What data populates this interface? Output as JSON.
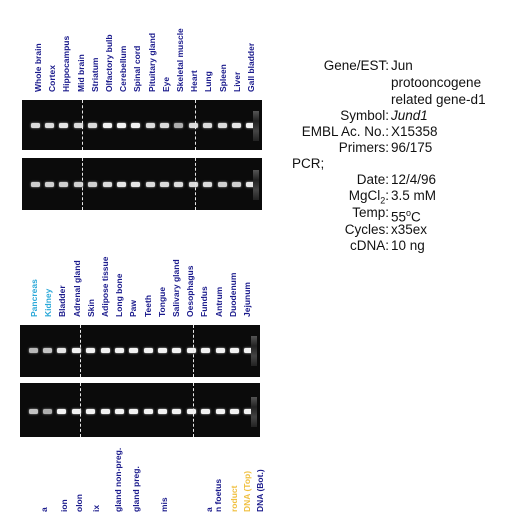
{
  "gel_top": {
    "lanes": [
      "Whole brain",
      "Cortex",
      "Hippocampus",
      "Mid brain",
      "Striatum",
      "Olfactory bulb",
      "Cerebellum",
      "Spinal cord",
      "Pituitary gland",
      "Eye",
      "Skeletal muscle",
      "Heart",
      "Lung",
      "Spleen",
      "Liver",
      "Gall bladder"
    ],
    "lane_colors": [
      "#1a1a8c",
      "#1a1a8c",
      "#1a1a8c",
      "#1a1a8c",
      "#1a1a8c",
      "#1a1a8c",
      "#1a1a8c",
      "#1a1a8c",
      "#1a1a8c",
      "#1a1a8c",
      "#1a1a8c",
      "#1a1a8c",
      "#1a1a8c",
      "#1a1a8c",
      "#1a1a8c",
      "#1a1a8c"
    ]
  },
  "gel_middle": {
    "lanes": [
      "Pancreas",
      "Kidney",
      "Bladder",
      "Adrenal gland",
      "Skin",
      "Adipose tissue",
      "Long bone",
      "Paw",
      "Teeth",
      "Tongue",
      "Salivary gland",
      "Oesophagus",
      "Fundus",
      "Antrum",
      "Duodenum",
      "Jejunum"
    ],
    "lane_colors": [
      "#2aa8d8",
      "#2aa8d8",
      "#1a1a8c",
      "#1a1a8c",
      "#1a1a8c",
      "#1a1a8c",
      "#1a1a8c",
      "#1a1a8c",
      "#1a1a8c",
      "#1a1a8c",
      "#1a1a8c",
      "#1a1a8c",
      "#1a1a8c",
      "#1a1a8c",
      "#1a1a8c",
      "#1a1a8c"
    ]
  },
  "gel_bottom_partial_labels": {
    "lanes": [
      "a",
      "ion",
      "olon",
      "ix",
      "gland non-preg.",
      "gland preg.",
      "mis",
      "a",
      "n foetus",
      "roduct",
      "DNA (Top)",
      "DNA (Bot.)"
    ],
    "lane_colors": [
      "#1a1a8c",
      "#1a1a8c",
      "#1a1a8c",
      "#1a1a8c",
      "#1a1a8c",
      "#1a1a8c",
      "#1a1a8c",
      "#1a1a8c",
      "#1a1a8c",
      "#f0c040",
      "#f0c040",
      "#1a1a8c"
    ]
  },
  "info": {
    "gene_est_label": "Gene/EST:",
    "gene_est_value_lines": [
      "Jun",
      "protooncogene",
      "related gene-d1"
    ],
    "symbol_label": "Symbol:",
    "symbol_value": "Jund1",
    "embl_label": "EMBL Ac. No.:",
    "embl_value": "X15358",
    "primers_label": "Primers:",
    "primers_value": "96/175",
    "pcr_label": "PCR;",
    "date_label": "Date:",
    "date_value": "12/4/96",
    "mgcl2_label_main": "MgCl",
    "mgcl2_label_sub": "2",
    "mgcl2_label_colon": ":",
    "mgcl2_value": "3.5 mM",
    "temp_label": "Temp:",
    "temp_value_num": "55",
    "temp_value_deg": "o",
    "temp_value_unit": "C",
    "cycles_label": "Cycles:",
    "cycles_value": "x35ex",
    "cdna_label": "cDNA:",
    "cdna_value": "10 ng"
  }
}
